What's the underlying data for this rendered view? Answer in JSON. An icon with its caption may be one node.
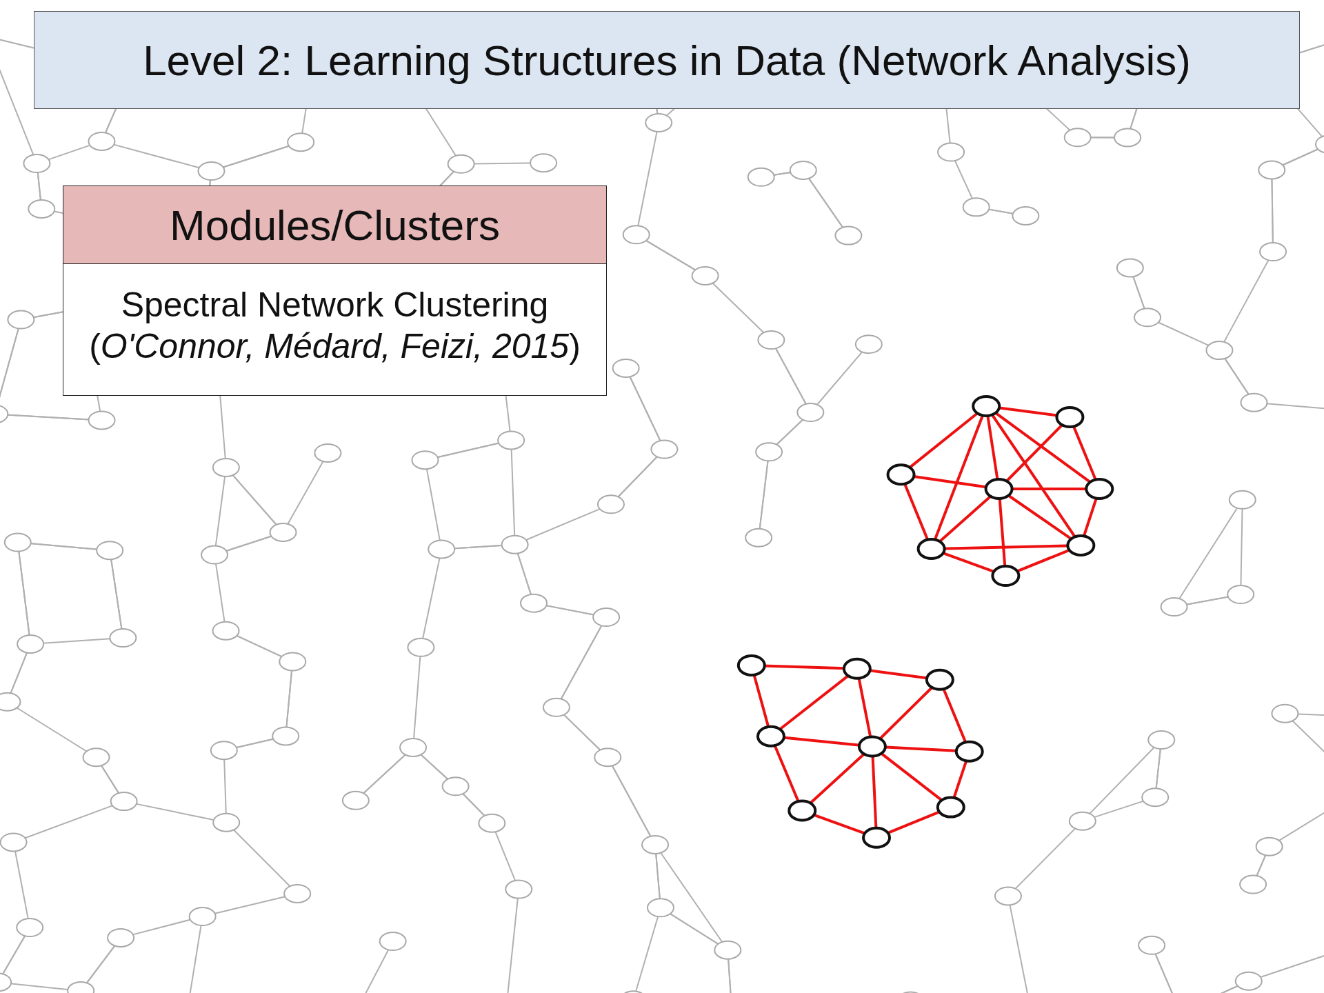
{
  "diagram": {
    "title": "Level 2: Learning Structures in Data (Network Analysis)",
    "nodes": [
      {
        "text": [
          "Modules/Clusters",
          "Spectral Network Clustering (*O'Connor, Médard, Feizi, 2015*)"
        ]
      }
    ]
  }
}
